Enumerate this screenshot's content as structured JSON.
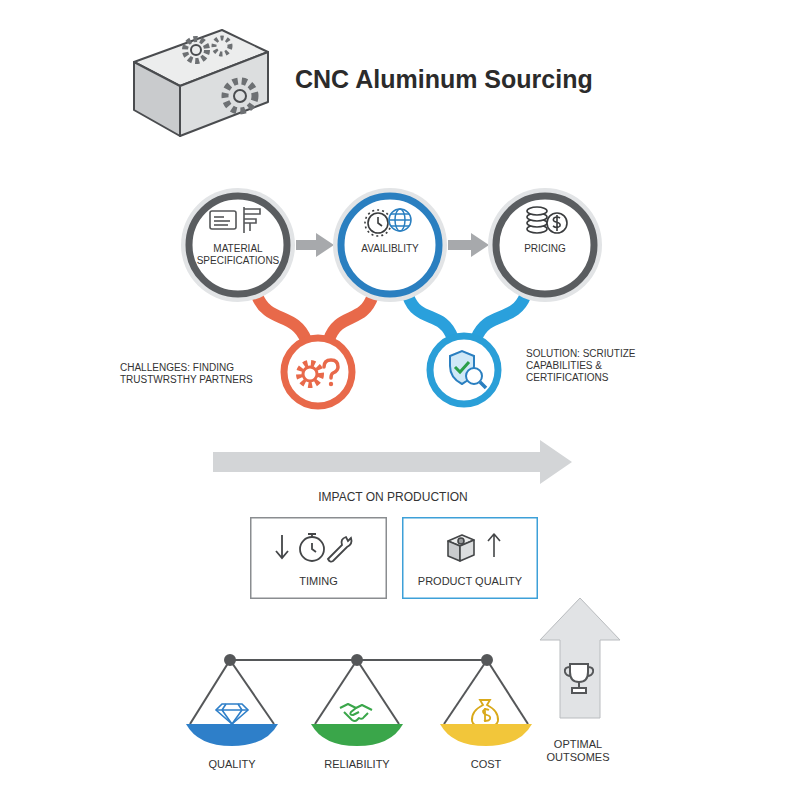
{
  "diagram": {
    "title": "CNC Aluminum Sourcing",
    "nodes": [
      {
        "text": [
          "MATERIAL SPECIFICATIONS"
        ]
      },
      {
        "text": [
          "AVAILIBLITY"
        ]
      },
      {
        "text": [
          "PRICING"
        ]
      },
      {
        "text": [
          "CHALLENGES: FINDING TRUSTWRSTHY PARTNERS"
        ]
      },
      {
        "text": [
          "SOLUTION: SCRIUTIZE CAPABILITIES & CERTIFICATIONS"
        ]
      },
      {
        "text": [
          "TIMING"
        ]
      },
      {
        "text": [
          "PRODUCT QUALITY"
        ]
      },
      {
        "text": [
          "QUALITY"
        ]
      },
      {
        "text": [
          "RELIABILITY"
        ]
      },
      {
        "text": [
          "COST"
        ]
      }
    ],
    "edges": [
      {
        "from": 0,
        "to": 1,
        "arrow": "to"
      },
      {
        "from": 1,
        "to": 2,
        "arrow": "to"
      },
      {
        "from": 0,
        "to": 3,
        "arrow": "none"
      },
      {
        "from": 1,
        "to": 3,
        "arrow": "none"
      },
      {
        "from": 1,
        "to": 4,
        "arrow": "none"
      },
      {
        "from": 2,
        "to": 4,
        "arrow": "none"
      }
    ],
    "labels": [
      "IMPACT ON PRODUCTION",
      "OPTIMAL OUTSOMES"
    ]
  }
}
